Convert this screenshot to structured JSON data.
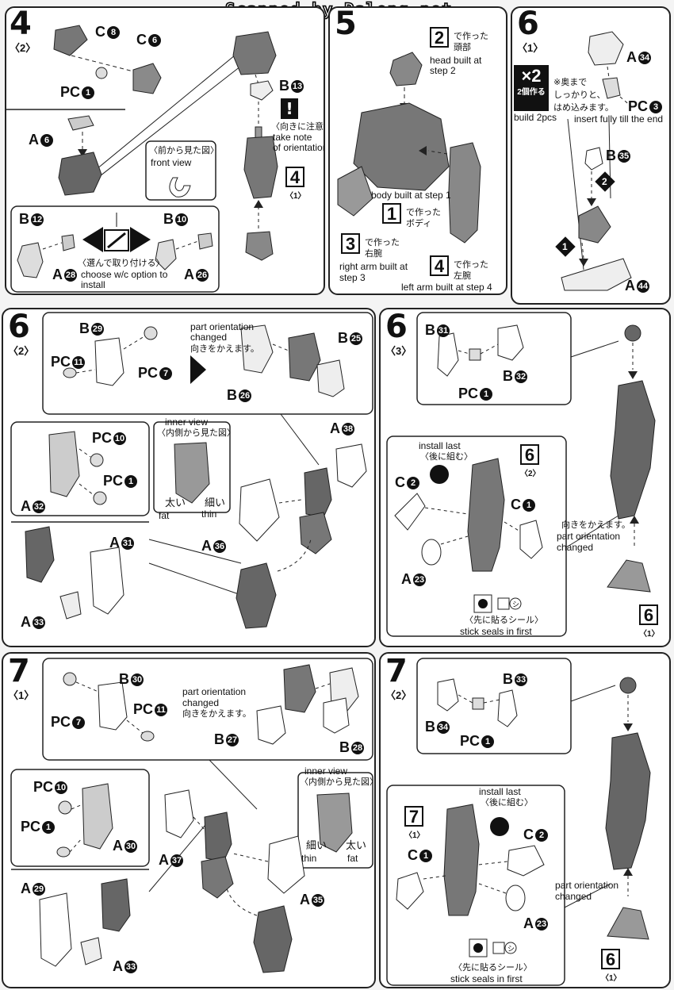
{
  "watermark": "Scanned by Dalong.net",
  "panel_4_2": {
    "step": "4",
    "sub": "〈2〉",
    "parts": {
      "c8": "C",
      "c8n": "8",
      "c6": "C",
      "c6n": "6",
      "pc1": "PC",
      "pc1n": "1",
      "a6": "A",
      "a6n": "6",
      "b13": "B",
      "b13n": "13",
      "b12": "B",
      "b12n": "12",
      "b10": "B",
      "b10n": "10",
      "a28": "A",
      "a28n": "28",
      "a26": "A",
      "a26n": "26"
    },
    "front_view_jp": "〈前から見た図〉",
    "front_view_en": "front view",
    "caution_jp": "〈向きに注意〉",
    "caution_en_1": "take note",
    "caution_en_2": "of orientation",
    "ref_box": "4",
    "ref_sub": "〈1〉",
    "choose_jp": "〈選んで取り付ける〉",
    "choose_en_1": "choose w/c option to",
    "choose_en_2": "install"
  },
  "panel_5": {
    "step": "5",
    "head_box": "2",
    "head_jp_1": "で作った",
    "head_jp_2": "頭部",
    "head_en_1": "head built at",
    "head_en_2": "step 2",
    "body_en": "body built at step 1",
    "body_box": "1",
    "body_jp_1": "で作った",
    "body_jp_2": "ボディ",
    "rarm_box": "3",
    "rarm_jp_1": "で作った",
    "rarm_jp_2": "右腕",
    "rarm_en_1": "right arm built at",
    "rarm_en_2": "step 3",
    "larm_box": "4",
    "larm_jp_1": "で作った",
    "larm_jp_2": "左腕",
    "larm_en": "left arm built at step 4"
  },
  "panel_6_1": {
    "step": "6",
    "sub": "〈1〉",
    "x2": "×2",
    "x2_jp": "2個作る",
    "x2_en": "build 2pcs",
    "a34": "A",
    "a34n": "34",
    "insert_jp_1": "※奥まで",
    "insert_jp_2": "しっかりと、",
    "insert_jp_3": "はめ込みます。",
    "insert_en": "insert fully till the end",
    "pc3": "PC",
    "pc3n": "3",
    "b35": "B",
    "b35n": "35",
    "a44": "A",
    "a44n": "44",
    "order1": "1",
    "order2": "2"
  },
  "panel_6_2": {
    "step": "6",
    "sub": "〈2〉",
    "b29": "B",
    "b29n": "29",
    "pc11": "PC",
    "pc11n": "11",
    "pc7": "PC",
    "pc7n": "7",
    "orient_en_1": "part orientation",
    "orient_en_2": "changed",
    "orient_jp": "向きをかえます。",
    "b25": "B",
    "b25n": "25",
    "b26": "B",
    "b26n": "26",
    "inner_en": "inner view",
    "inner_jp": "〈内側から見た図〉",
    "fat_jp": "太い",
    "fat_en": "fat",
    "thin_jp": "細い",
    "thin_en": "thin",
    "pc10": "PC",
    "pc10n": "10",
    "pc1": "PC",
    "pc1n": "1",
    "a32": "A",
    "a32n": "32",
    "a38": "A",
    "a38n": "38",
    "a36": "A",
    "a36n": "36",
    "a31": "A",
    "a31n": "31",
    "a33": "A",
    "a33n": "33"
  },
  "panel_6_3": {
    "step": "6",
    "sub": "〈3〉",
    "b31": "B",
    "b31n": "31",
    "b32": "B",
    "b32n": "32",
    "pc1": "PC",
    "pc1n": "1",
    "install_last_en": "install last",
    "install_last_jp": "〈後に組む〉",
    "ref_box": "6",
    "ref_sub": "〈2〉",
    "c2": "C",
    "c2n": "2",
    "c1": "C",
    "c1n": "1",
    "a23": "A",
    "a23n": "23",
    "orient_jp": "向きをかえます。",
    "orient_en_1": "part orientation",
    "orient_en_2": "changed",
    "seal_jp": "〈先に貼るシール〉",
    "seal_en": "stick seals in first",
    "seal_mark": "シ",
    "ref2_box": "6",
    "ref2_sub": "〈1〉"
  },
  "panel_7_1": {
    "step": "7",
    "sub": "〈1〉",
    "pc7": "PC",
    "pc7n": "7",
    "b30": "B",
    "b30n": "30",
    "pc11": "PC",
    "pc11n": "11",
    "orient_en_1": "part orientation",
    "orient_en_2": "changed",
    "orient_jp": "向きをかえます。",
    "b27": "B",
    "b27n": "27",
    "b28": "B",
    "b28n": "28",
    "inner_en": "inner view",
    "inner_jp": "〈内側から見た図〉",
    "thin_jp": "細い",
    "thin_en": "thin",
    "fat_jp": "太い",
    "fat_en": "fat",
    "pc10": "PC",
    "pc10n": "10",
    "pc1": "PC",
    "pc1n": "1",
    "a30": "A",
    "a30n": "30",
    "a37": "A",
    "a37n": "37",
    "a35": "A",
    "a35n": "35",
    "a29": "A",
    "a29n": "29",
    "a33": "A",
    "a33n": "33"
  },
  "panel_7_2": {
    "step": "7",
    "sub": "〈2〉",
    "b33": "B",
    "b33n": "33",
    "b34": "B",
    "b34n": "34",
    "pc1": "PC",
    "pc1n": "1",
    "install_last_en": "install last",
    "install_last_jp": "〈後に組む〉",
    "ref_box": "7",
    "ref_sub": "〈1〉",
    "c1": "C",
    "c1n": "1",
    "c2": "C",
    "c2n": "2",
    "a23": "A",
    "a23n": "23",
    "orient_en_1": "part orientation",
    "orient_en_2": "changed",
    "seal_jp": "〈先に貼るシール〉",
    "seal_en": "stick seals in first",
    "seal_mark": "シ",
    "ref2_box": "6",
    "ref2_sub": "〈1〉"
  }
}
